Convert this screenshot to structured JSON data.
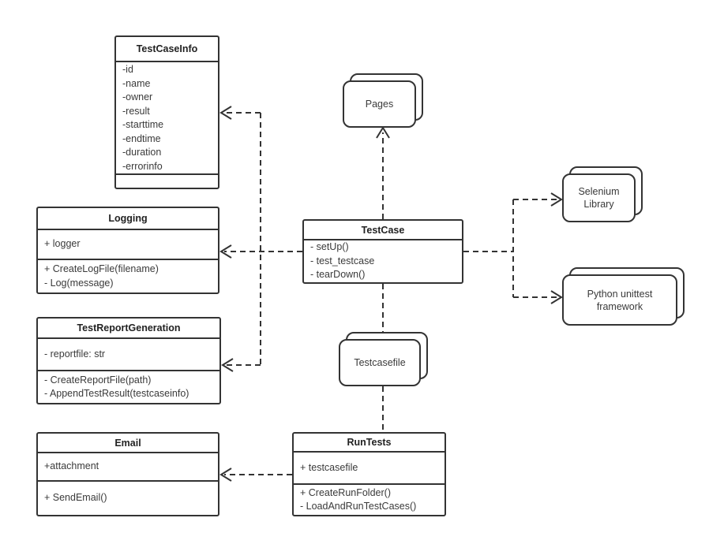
{
  "colors": {
    "line": "#333333",
    "background": "#ffffff",
    "text": "#3a3a3a"
  },
  "classes": [
    {
      "title": "TestCaseInfo",
      "attributes": [
        "-id",
        "-name",
        "-owner",
        "-result",
        "-starttime",
        "-endtime",
        "-duration",
        "-errorinfo"
      ],
      "methods": []
    },
    {
      "title": "Logging",
      "attributes": [
        "+ logger"
      ],
      "methods": [
        "+ CreateLogFile(filename)",
        "- Log(message)"
      ]
    },
    {
      "title": "TestReportGeneration",
      "attributes": [
        "- reportfile: str"
      ],
      "methods": [
        "- CreateReportFile(path)",
        "- AppendTestResult(testcaseinfo)"
      ]
    },
    {
      "title": "Email",
      "attributes": [
        "+attachment"
      ],
      "methods": [
        "+ SendEmail()"
      ]
    },
    {
      "title": "TestCase",
      "methods": [
        "- setUp()",
        "- test_testcase",
        "- tearDown()"
      ]
    },
    {
      "title": "RunTests",
      "attributes": [
        "+ testcasefile"
      ],
      "methods": [
        "+ CreateRunFolder()",
        "- LoadAndRunTestCases()"
      ]
    }
  ],
  "nodes": [
    {
      "label": "Pages"
    },
    {
      "label": "Selenium Library"
    },
    {
      "label": "Python unittest framework"
    },
    {
      "label": "Testcasefile"
    }
  ]
}
